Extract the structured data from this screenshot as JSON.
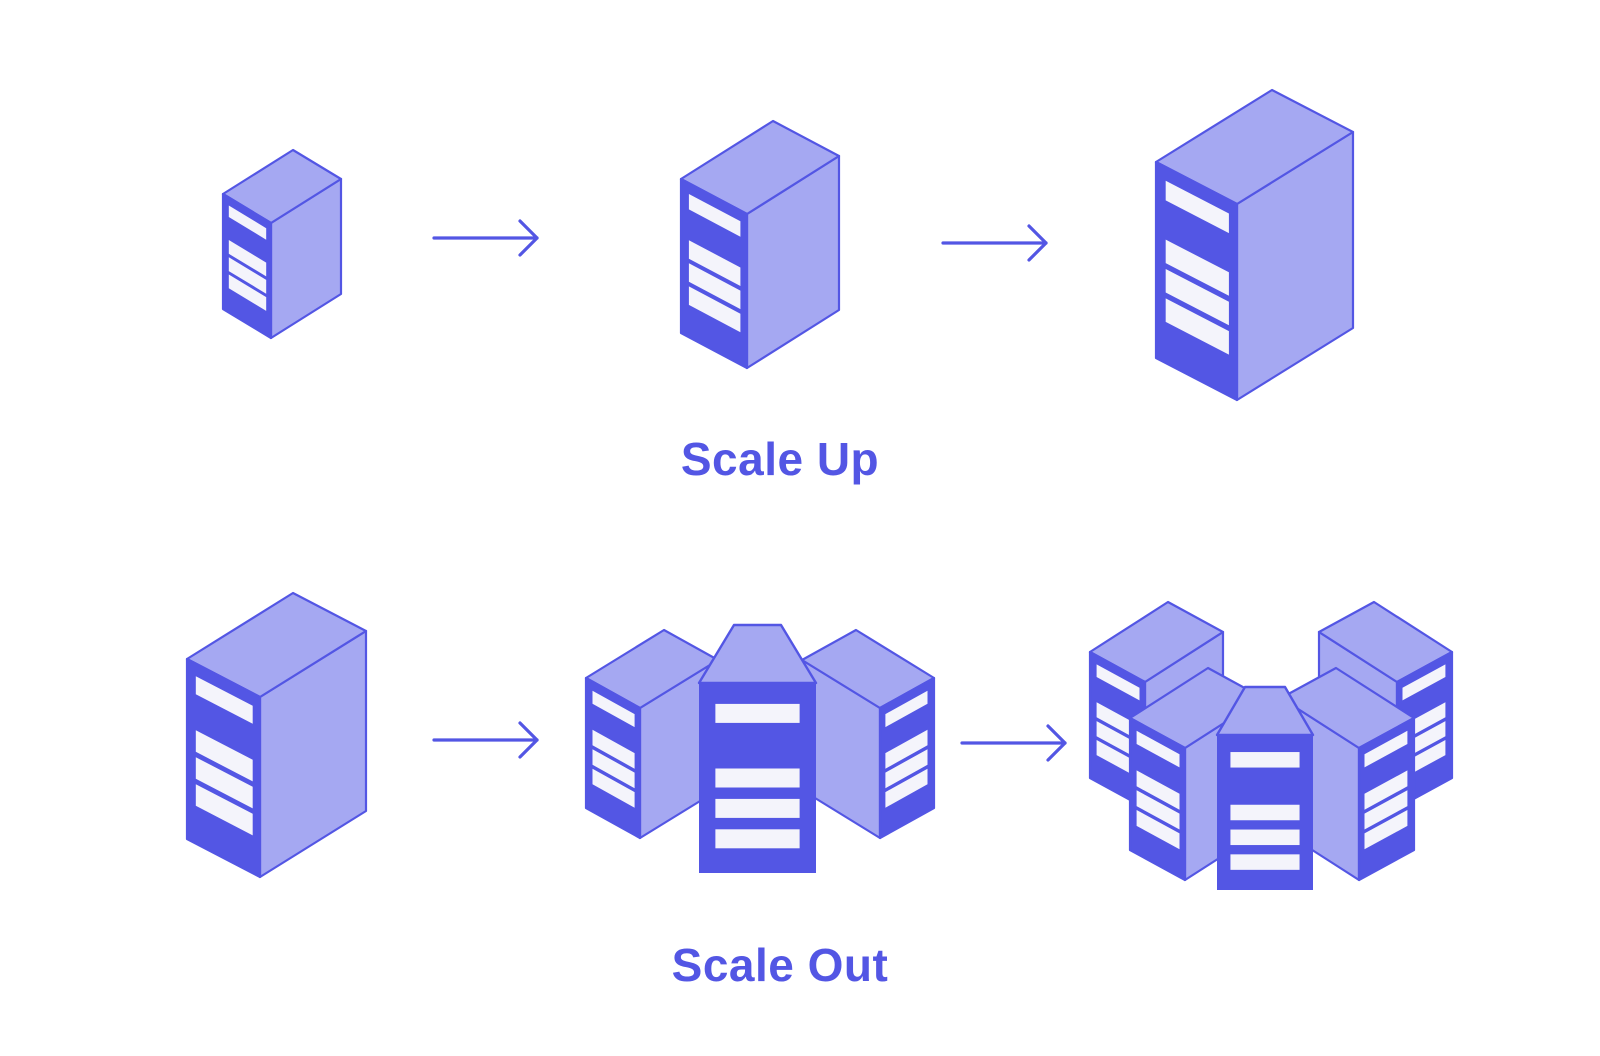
{
  "colors": {
    "primary": "#5356E4",
    "side": "#A5A8F2",
    "slot": "#F4F4FB",
    "background": "#FFFFFF"
  },
  "scale_up": {
    "label": "Scale Up",
    "steps": [
      "small-server",
      "medium-server",
      "large-server"
    ]
  },
  "scale_out": {
    "label": "Scale Out",
    "steps": [
      "single-server",
      "three-server-cluster",
      "five-server-cluster"
    ]
  },
  "icons": [
    "server-icon",
    "arrow-right-icon"
  ]
}
